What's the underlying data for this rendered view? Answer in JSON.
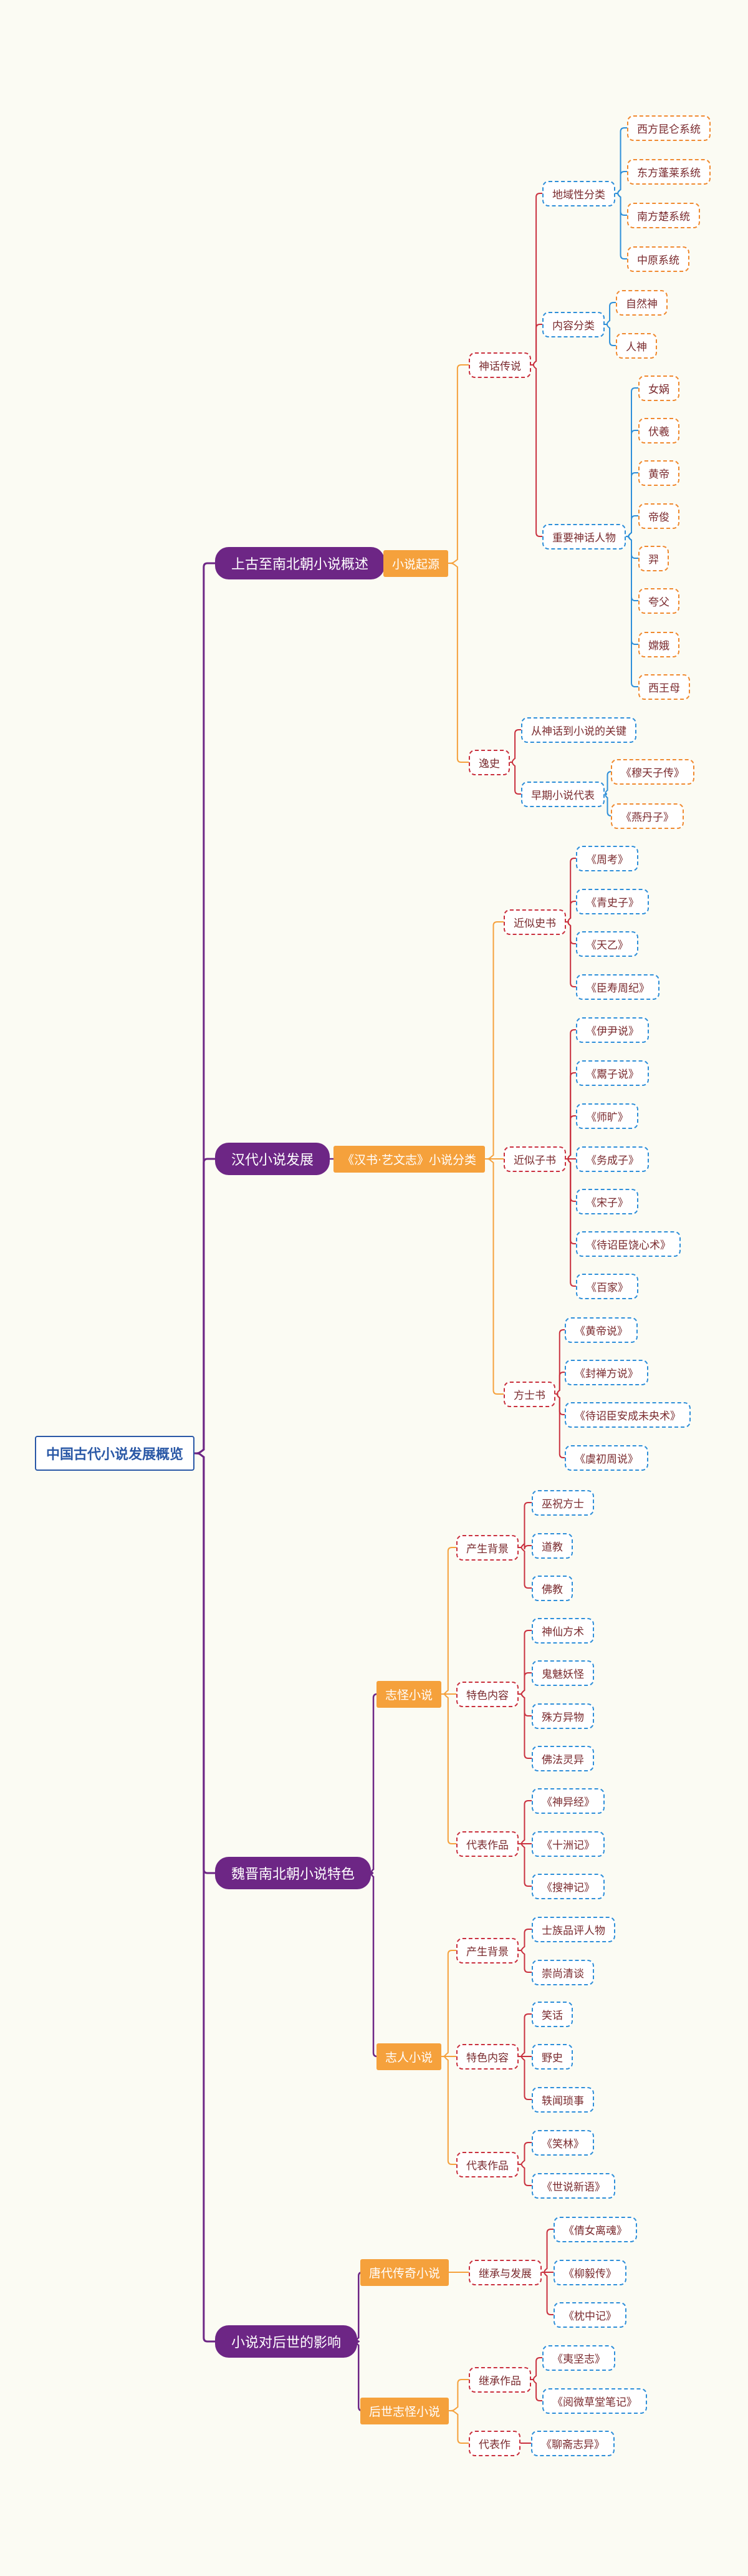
{
  "root": "中国古代小说发展概览",
  "branches": [
    {
      "label": "上古至南北朝小说概述",
      "children": [
        {
          "label": "小说起源",
          "children": [
            {
              "label": "神话传说",
              "children": [
                {
                  "label": "地域性分类",
                  "children": [
                    {
                      "label": "西方昆仑系统"
                    },
                    {
                      "label": "东方蓬莱系统"
                    },
                    {
                      "label": "南方楚系统"
                    },
                    {
                      "label": "中原系统"
                    }
                  ]
                },
                {
                  "label": "内容分类",
                  "children": [
                    {
                      "label": "自然神"
                    },
                    {
                      "label": "人神"
                    }
                  ]
                },
                {
                  "label": "重要神话人物",
                  "children": [
                    {
                      "label": "女娲"
                    },
                    {
                      "label": "伏羲"
                    },
                    {
                      "label": "黄帝"
                    },
                    {
                      "label": "帝俊"
                    },
                    {
                      "label": "羿"
                    },
                    {
                      "label": "夸父"
                    },
                    {
                      "label": "嫦娥"
                    },
                    {
                      "label": "西王母"
                    }
                  ]
                }
              ]
            },
            {
              "label": "逸史",
              "children": [
                {
                  "label": "从神话到小说的关键"
                },
                {
                  "label": "早期小说代表",
                  "children": [
                    {
                      "label": "《穆天子传》"
                    },
                    {
                      "label": "《燕丹子》"
                    }
                  ]
                }
              ]
            }
          ]
        }
      ]
    },
    {
      "label": "汉代小说发展",
      "children": [
        {
          "label": "《汉书·艺文志》小说分类",
          "children": [
            {
              "label": "近似史书",
              "children": [
                {
                  "label": "《周考》"
                },
                {
                  "label": "《青史子》"
                },
                {
                  "label": "《天乙》"
                },
                {
                  "label": "《臣寿周纪》"
                }
              ]
            },
            {
              "label": "近似子书",
              "children": [
                {
                  "label": "《伊尹说》"
                },
                {
                  "label": "《鬻子说》"
                },
                {
                  "label": "《师旷》"
                },
                {
                  "label": "《务成子》"
                },
                {
                  "label": "《宋子》"
                },
                {
                  "label": "《待诏臣饶心术》"
                },
                {
                  "label": "《百家》"
                }
              ]
            },
            {
              "label": "方士书",
              "children": [
                {
                  "label": "《黄帝说》"
                },
                {
                  "label": "《封禅方说》"
                },
                {
                  "label": "《待诏臣安成未央术》"
                },
                {
                  "label": "《虞初周说》"
                }
              ]
            }
          ]
        }
      ]
    },
    {
      "label": "魏晋南北朝小说特色",
      "children": [
        {
          "label": "志怪小说",
          "children": [
            {
              "label": "产生背景",
              "children": [
                {
                  "label": "巫祝方士"
                },
                {
                  "label": "道教"
                },
                {
                  "label": "佛教"
                }
              ]
            },
            {
              "label": "特色内容",
              "children": [
                {
                  "label": "神仙方术"
                },
                {
                  "label": "鬼魅妖怪"
                },
                {
                  "label": "殊方异物"
                },
                {
                  "label": "佛法灵异"
                }
              ]
            },
            {
              "label": "代表作品",
              "children": [
                {
                  "label": "《神异经》"
                },
                {
                  "label": "《十洲记》"
                },
                {
                  "label": "《搜神记》"
                }
              ]
            }
          ]
        },
        {
          "label": "志人小说",
          "children": [
            {
              "label": "产生背景",
              "children": [
                {
                  "label": "士族品评人物"
                },
                {
                  "label": "崇尚清谈"
                }
              ]
            },
            {
              "label": "特色内容",
              "children": [
                {
                  "label": "笑话"
                },
                {
                  "label": "野史"
                },
                {
                  "label": "轶闻琐事"
                }
              ]
            },
            {
              "label": "代表作品",
              "children": [
                {
                  "label": "《笑林》"
                },
                {
                  "label": "《世说新语》"
                }
              ]
            }
          ]
        }
      ]
    },
    {
      "label": "小说对后世的影响",
      "children": [
        {
          "label": "唐代传奇小说",
          "children": [
            {
              "label": "继承与发展",
              "children": [
                {
                  "label": "《倩女离魂》"
                },
                {
                  "label": "《柳毅传》"
                },
                {
                  "label": "《枕中记》"
                }
              ]
            }
          ]
        },
        {
          "label": "后世志怪小说",
          "children": [
            {
              "label": "继承作品",
              "children": [
                {
                  "label": "《夷坚志》"
                },
                {
                  "label": "《阅微草堂笔记》"
                }
              ]
            },
            {
              "label": "代表作",
              "children": [
                {
                  "label": "《聊斋志异》"
                }
              ]
            }
          ]
        }
      ]
    }
  ],
  "colors": {
    "background": "#fbfbf3",
    "root_border": "#2a58a6",
    "level1_fill": "#6d2685",
    "level2_fill": "#f5a13c",
    "level3_border": "#c9303e",
    "leaf_blue": "#2e8fd9",
    "leaf_orange": "#f08a30",
    "leaf_red": "#c9303e"
  }
}
